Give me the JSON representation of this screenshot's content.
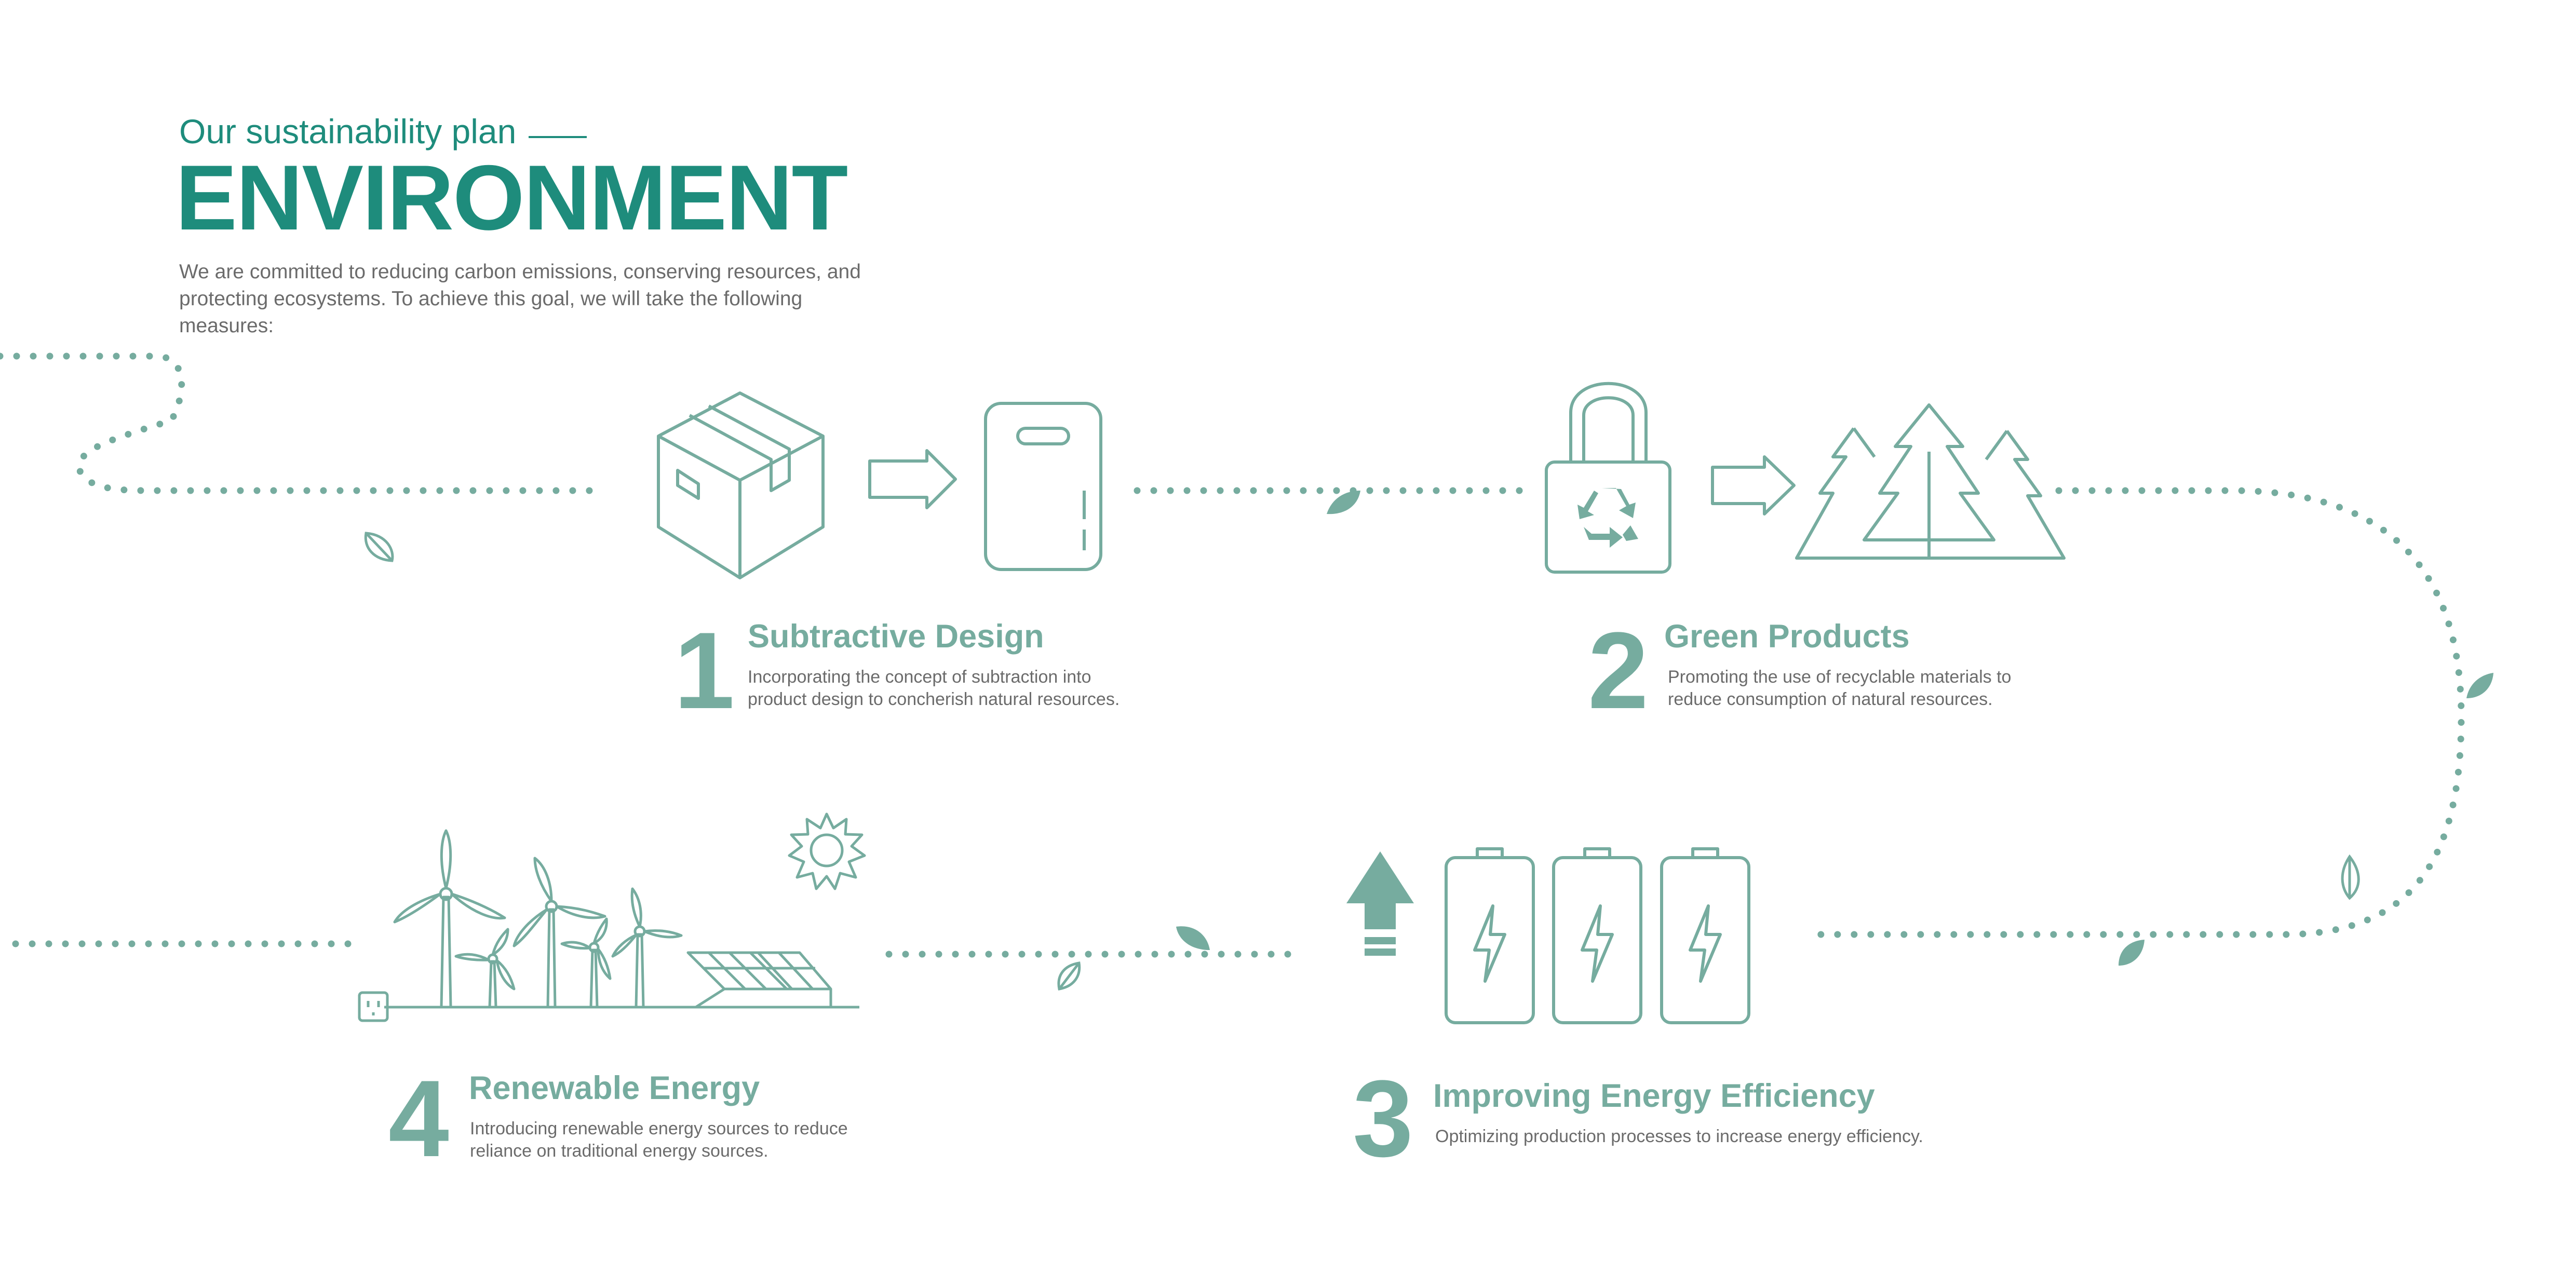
{
  "header": {
    "subtitle": "Our sustainability plan",
    "title": "ENVIRONMENT",
    "intro": "We are committed to reducing carbon emissions, conserving resources, and protecting ecosystems. To achieve this goal, we will take the following measures:"
  },
  "steps": [
    {
      "number": "1",
      "title": "Subtractive Design",
      "description": "Incorporating the concept of subtraction into product design to concherish natural resources."
    },
    {
      "number": "2",
      "title": "Green Products",
      "description": "Promoting the use of recyclable materials to reduce consumption of natural resources."
    },
    {
      "number": "3",
      "title": "Improving Energy Efficiency",
      "description": "Optimizing production processes to increase energy efficiency."
    },
    {
      "number": "4",
      "title": "Renewable Energy",
      "description": "Introducing renewable energy sources to reduce reliance on traditional energy sources."
    }
  ],
  "colors": {
    "primary": "#1e8c7c",
    "accent": "#76ac9f",
    "text": "#6b6b6b",
    "background": "#ffffff"
  },
  "icons": [
    "box-icon",
    "arrow-right-icon",
    "shopping-bag-icon",
    "recycle-bag-icon",
    "pine-trees-icon",
    "battery-icon",
    "up-arrow-icon",
    "wind-turbine-icon",
    "solar-panel-icon",
    "sun-icon",
    "power-outlet-icon",
    "leaf-icon"
  ]
}
